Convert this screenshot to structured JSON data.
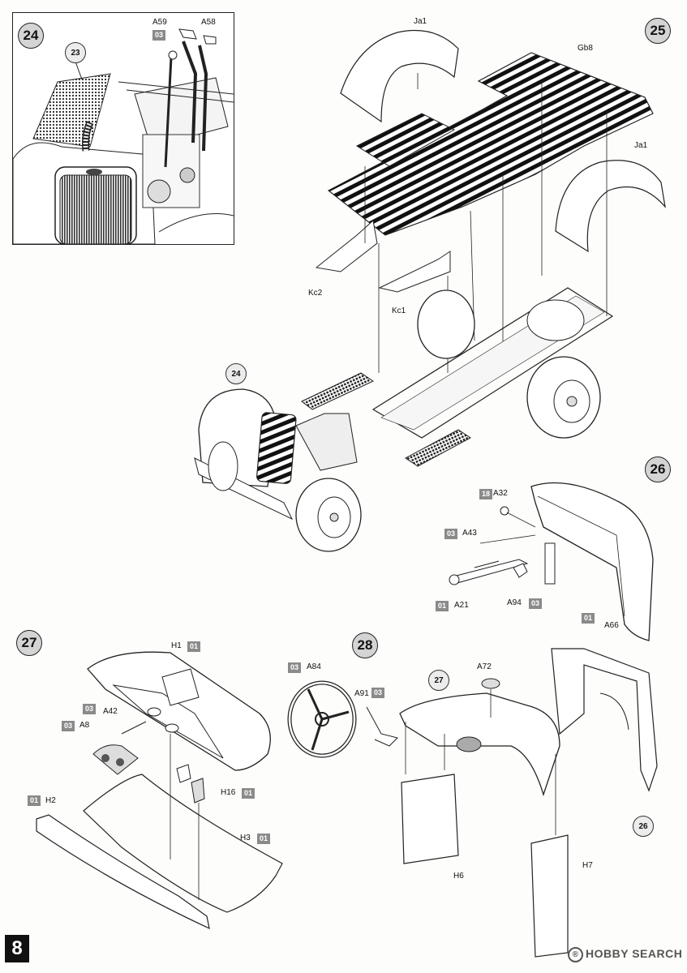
{
  "page_number": "8",
  "watermark": {
    "symbol": "®",
    "text": "HOBBY SEARCH"
  },
  "steps": {
    "s24": "24",
    "s25": "25",
    "s26": "26",
    "s27": "27",
    "s28": "28"
  },
  "callouts": {
    "c23": "23",
    "c24": "24",
    "c26": "26",
    "c27": "27"
  },
  "step24": {
    "A59": "A59",
    "A58": "A58",
    "sprue_03": "03"
  },
  "step25": {
    "Ja1_top": "Ja1",
    "Gb8": "Gb8",
    "Ja1_right": "Ja1",
    "Kc2": "Kc2",
    "Kc1": "Kc1"
  },
  "step26": {
    "sprue_18": "18",
    "A32": "A32",
    "sprue_03a": "03",
    "A43": "A43",
    "sprue_01a": "01",
    "A21": "A21",
    "A94": "A94",
    "sprue_03b": "03",
    "sprue_01b": "01",
    "A66": "A66"
  },
  "step27": {
    "H1": "H1",
    "sprue_01a": "01",
    "sprue_03a": "03",
    "A42": "A42",
    "sprue_03b": "03",
    "A8": "A8",
    "H16": "H16",
    "sprue_01b": "01",
    "sprue_01c": "01",
    "H2": "H2",
    "H3": "H3",
    "sprue_01d": "01"
  },
  "step28": {
    "sprue_03a": "03",
    "A84": "A84",
    "A72": "A72",
    "A91": "A91",
    "sprue_03b": "03",
    "H6": "H6",
    "H7": "H7"
  }
}
